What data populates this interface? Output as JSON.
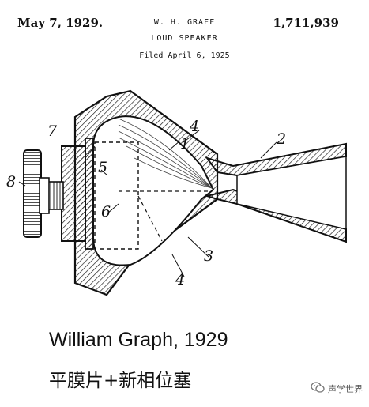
{
  "header": {
    "date": "May 7, 1929.",
    "inventor": "W. H. GRAFF",
    "patent_number": "1,711,939",
    "title": "LOUD SPEAKER",
    "filed": "Filed April 6, 1925"
  },
  "figure": {
    "part_labels": [
      "1",
      "2",
      "3",
      "4",
      "4",
      "5",
      "6",
      "7",
      "8"
    ]
  },
  "caption": {
    "english": "William Graph, 1929",
    "chinese": "平膜片+新相位塞"
  },
  "watermark": {
    "text": "声学世界",
    "icon": "wechat-icon"
  }
}
